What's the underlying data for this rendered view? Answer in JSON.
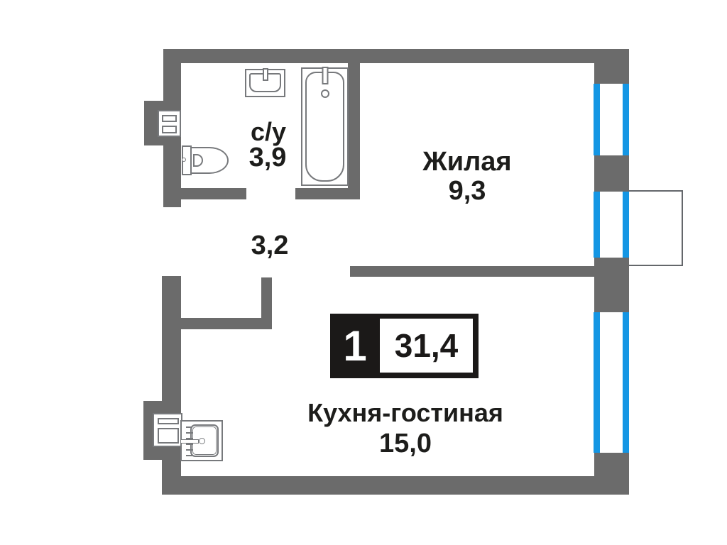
{
  "colors": {
    "wall": "#6b6b6b",
    "window": "#1496e4",
    "fixture": "#77797c",
    "outline": "#64676b",
    "text": "#1d1d1b",
    "badge-bg": "#1b1918",
    "badge-text": "#ffffff"
  },
  "plan": {
    "badge": {
      "rooms_count": "1",
      "total_area": "31,4"
    },
    "rooms": {
      "bathroom": {
        "label": "с/у",
        "area": "3,9"
      },
      "living": {
        "label": "Жилая",
        "area": "9,3"
      },
      "hallway": {
        "area": "3,2"
      },
      "kitchen": {
        "label": "Кухня-гостиная",
        "area": "15,0"
      }
    }
  }
}
